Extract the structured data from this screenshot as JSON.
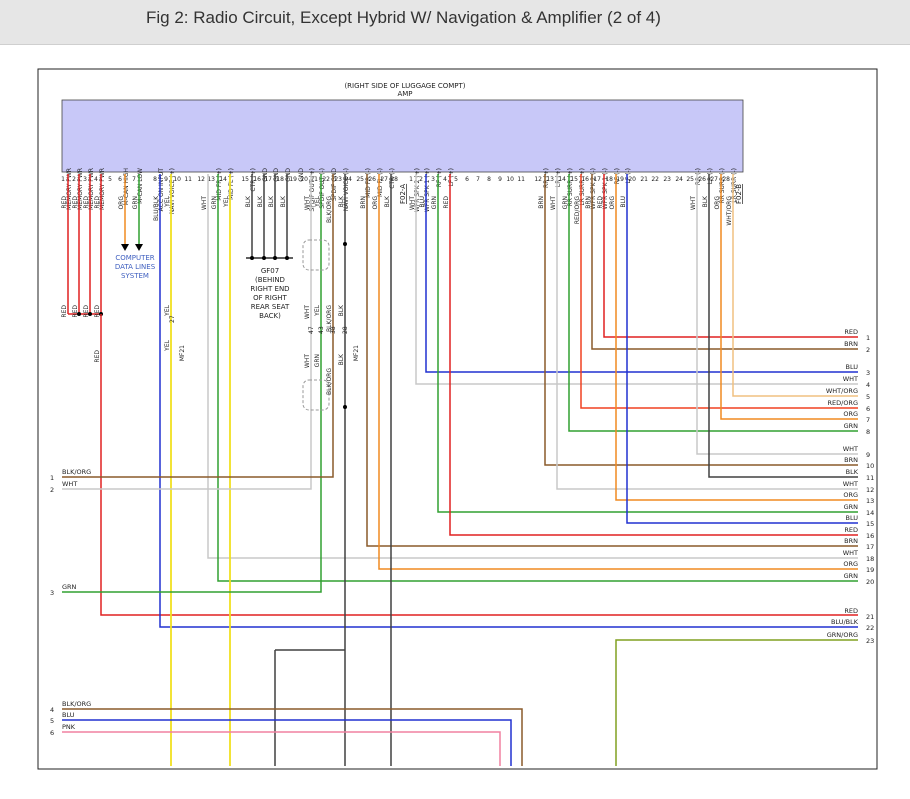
{
  "title": "Fig 2: Radio Circuit, Except Hybrid W/ Navigation & Amplifier (2 of 4)",
  "component": {
    "header_line1": "(RIGHT SIDE OF LUGGAGE COMPT)",
    "header_line2": "AMP",
    "pins": [
      {
        "num": "1",
        "label": "MEMORY PWR",
        "wire": "RED"
      },
      {
        "num": "2",
        "label": "MEMORY PWR",
        "wire": "RED"
      },
      {
        "num": "3",
        "label": "MEMORY PWR",
        "wire": "RED"
      },
      {
        "num": "4",
        "label": "MEMORY PWR",
        "wire": "RED"
      },
      {
        "num": "5",
        "label": "",
        "wire": ""
      },
      {
        "num": "6",
        "label": "M-CAN HIGH",
        "wire": "ORG"
      },
      {
        "num": "7",
        "label": "M-CAN LOW",
        "wire": "GRN"
      },
      {
        "num": "8",
        "label": "ACC ON INPUT",
        "wire": "BLU/BLK"
      },
      {
        "num": "9",
        "label": "NAVI VOICE (+)",
        "wire": "YEL"
      },
      {
        "num": "10",
        "label": "",
        "wire": ""
      },
      {
        "num": "11",
        "label": "",
        "wire": ""
      },
      {
        "num": "12",
        "label": "",
        "wire": "WHT"
      },
      {
        "num": "13",
        "label": "MID FR (+)",
        "wire": "GRN"
      },
      {
        "num": "14",
        "label": "MID FL (+)",
        "wire": "YEL"
      },
      {
        "num": "15",
        "label": "CTR (+)",
        "wire": "BLK"
      },
      {
        "num": "16",
        "label": "GND",
        "wire": "BLK"
      },
      {
        "num": "17",
        "label": "GND",
        "wire": "BLK"
      },
      {
        "num": "18",
        "label": "GND",
        "wire": "BLK"
      },
      {
        "num": "19",
        "label": "GND",
        "wire": ""
      },
      {
        "num": "20",
        "label": "SPDIF OUT (+)",
        "wire": "WHT"
      },
      {
        "num": "21",
        "label": "SPDIF OUT (-)",
        "wire": "YEL"
      },
      {
        "num": "22",
        "label": "SPDIF GND",
        "wire": "BLK/ORG"
      },
      {
        "num": "23",
        "label": "NAVI VOICE (-)",
        "wire": "BLK"
      },
      {
        "num": "24",
        "label": "",
        "wire": ""
      },
      {
        "num": "25",
        "label": "MID FR (-)",
        "wire": "BRN"
      },
      {
        "num": "26",
        "label": "MID FL (-)",
        "wire": "ORG"
      },
      {
        "num": "27",
        "label": "CTR (-)",
        "wire": "BLK"
      },
      {
        "num": "28",
        "label": "",
        "wire": ""
      }
    ],
    "pins_b": [
      {
        "num": "1",
        "label": "WFR SPK 2 (+)",
        "wire": "WHT"
      },
      {
        "num": "2",
        "label": "WFR SPK 1 (+)",
        "wire": "BLU"
      },
      {
        "num": "3",
        "label": "RF (+)",
        "wire": "GRN"
      },
      {
        "num": "4",
        "label": "LF (+)",
        "wire": "RED"
      },
      {
        "num": "5",
        "label": "",
        "wire": ""
      },
      {
        "num": "6",
        "label": "",
        "wire": ""
      },
      {
        "num": "7",
        "label": "",
        "wire": ""
      },
      {
        "num": "8",
        "label": "",
        "wire": ""
      },
      {
        "num": "9",
        "label": "",
        "wire": ""
      },
      {
        "num": "10",
        "label": "",
        "wire": ""
      },
      {
        "num": "11",
        "label": "",
        "wire": ""
      },
      {
        "num": "12",
        "label": "RR (+)",
        "wire": "BRN"
      },
      {
        "num": "13",
        "label": "LR (+)",
        "wire": "WHT"
      },
      {
        "num": "14",
        "label": "RR SURR (+)",
        "wire": "GRN"
      },
      {
        "num": "15",
        "label": "LR SURR (+)",
        "wire": "RED/ORG"
      },
      {
        "num": "16",
        "label": "WFR SPK 2 (-)",
        "wire": "BRN"
      },
      {
        "num": "17",
        "label": "WFR SPK 1 (-)",
        "wire": "RED"
      },
      {
        "num": "18",
        "label": "RF (-)",
        "wire": "ORG"
      },
      {
        "num": "19",
        "label": "LF (-)",
        "wire": "BLU"
      },
      {
        "num": "20",
        "label": "",
        "wire": ""
      },
      {
        "num": "21",
        "label": "",
        "wire": ""
      },
      {
        "num": "22",
        "label": "",
        "wire": ""
      },
      {
        "num": "23",
        "label": "",
        "wire": ""
      },
      {
        "num": "24",
        "label": "",
        "wire": ""
      },
      {
        "num": "25",
        "label": "RR (-)",
        "wire": "WHT"
      },
      {
        "num": "26",
        "label": "LR (-)",
        "wire": "BLK"
      },
      {
        "num": "27",
        "label": "RR SURR (-)",
        "wire": "ORG"
      },
      {
        "num": "28",
        "label": "LR SURR (-)",
        "wire": "WHT/ORG"
      }
    ],
    "connector_a": "F02-A",
    "connector_b": "F02-B"
  },
  "computer_data": "COMPUTER DATA LINES SYSTEM",
  "ground": {
    "name": "GF07",
    "desc": "(BEHIND RIGHT END OF RIGHT REAR SEAT BACK)"
  },
  "mid_labels": {
    "left_reds": [
      "RED",
      "RED",
      "RED",
      "RED"
    ],
    "yel_pin": "YEL",
    "yel_num": "27",
    "mf21": "MF21",
    "wht": "WHT",
    "wht_num": "47",
    "grn": "GRN",
    "grn_num": "43",
    "blkorg": "BLK/ORG",
    "blkorg_num": "38",
    "blk": "BLK",
    "blk_num": "28",
    "mf21b": "MF21",
    "red_down": "RED"
  },
  "right_wires": [
    {
      "num": "1",
      "label": "RED",
      "color": "#e02020"
    },
    {
      "num": "2",
      "label": "BRN",
      "color": "#8a5a2a"
    },
    {
      "num": "3",
      "label": "BLU",
      "color": "#2030d0"
    },
    {
      "num": "4",
      "label": "WHT",
      "color": "#c8c8c8"
    },
    {
      "num": "5",
      "label": "WHT/ORG",
      "color": "#f0c080"
    },
    {
      "num": "6",
      "label": "RED/ORG",
      "color": "#f04020"
    },
    {
      "num": "7",
      "label": "ORG",
      "color": "#f08a20"
    },
    {
      "num": "8",
      "label": "GRN",
      "color": "#30a030"
    },
    {
      "num": "9",
      "label": "WHT",
      "color": "#c8c8c8"
    },
    {
      "num": "10",
      "label": "BRN",
      "color": "#8a5a2a"
    },
    {
      "num": "11",
      "label": "BLK",
      "color": "#404040"
    },
    {
      "num": "12",
      "label": "WHT",
      "color": "#c8c8c8"
    },
    {
      "num": "13",
      "label": "ORG",
      "color": "#f08a20"
    },
    {
      "num": "14",
      "label": "GRN",
      "color": "#30a030"
    },
    {
      "num": "15",
      "label": "BLU",
      "color": "#2030d0"
    },
    {
      "num": "16",
      "label": "RED",
      "color": "#e02020"
    },
    {
      "num": "17",
      "label": "BRN",
      "color": "#8a5a2a"
    },
    {
      "num": "18",
      "label": "WHT",
      "color": "#c8c8c8"
    },
    {
      "num": "19",
      "label": "ORG",
      "color": "#f08a20"
    },
    {
      "num": "20",
      "label": "GRN",
      "color": "#30a030"
    },
    {
      "num": "21",
      "label": "RED",
      "color": "#e02020"
    },
    {
      "num": "22",
      "label": "BLU/BLK",
      "color": "#2030d0"
    },
    {
      "num": "23",
      "label": "GRN/ORG",
      "color": "#80a020"
    }
  ],
  "left_wires": [
    {
      "num": "1",
      "label": "BLK/ORG",
      "color": "#8a5a2a"
    },
    {
      "num": "2",
      "label": "WHT",
      "color": "#c8c8c8"
    },
    {
      "num": "3",
      "label": "GRN",
      "color": "#30a030"
    },
    {
      "num": "4",
      "label": "BLK/ORG",
      "color": "#8a5a2a"
    },
    {
      "num": "5",
      "label": "BLU",
      "color": "#2030d0"
    },
    {
      "num": "6",
      "label": "PNK",
      "color": "#f080a0"
    }
  ]
}
